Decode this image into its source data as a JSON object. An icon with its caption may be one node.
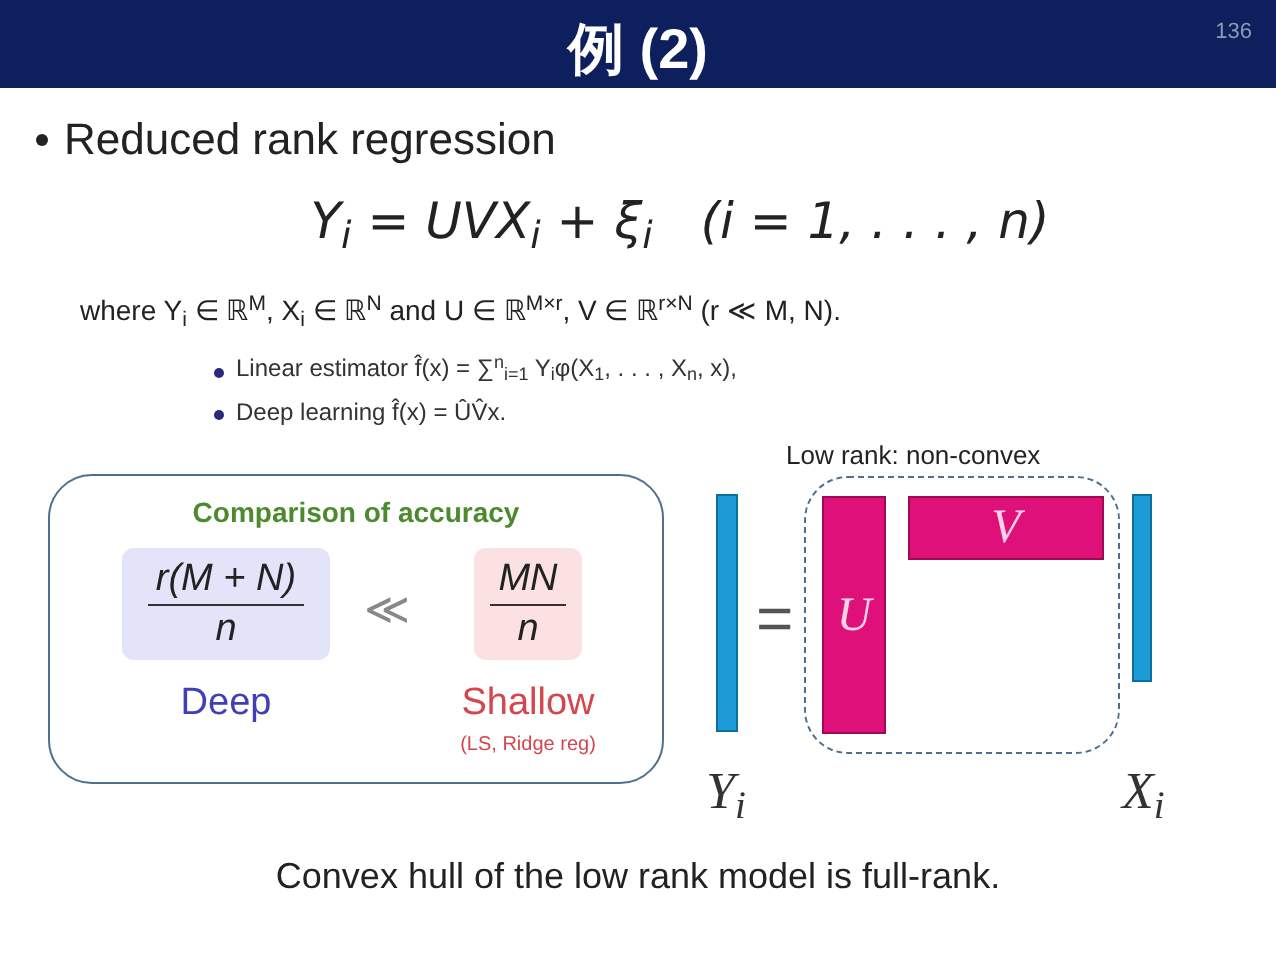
{
  "diagram": {
    "title": "例 (2)",
    "nodes": [
      {
        "text": [
          "Comparison of accuracy"
        ]
      },
      {
        "text": [
          "r(M + N)",
          "n"
        ],
        "in": 0,
        "beside": [
          "Deep"
        ]
      },
      {
        "text": [
          "MN",
          "n"
        ],
        "in": 0,
        "beside": [
          "Shallow",
          "(LS, Ridge reg)"
        ]
      },
      {
        "text": [
          "Low rank: non-convex"
        ]
      },
      {
        "text": [
          "U"
        ],
        "in": 3
      },
      {
        "text": [
          "V"
        ],
        "in": 3
      },
      {
        "text": [],
        "shape": "bar",
        "beside": [
          "Y$_{i}$"
        ]
      },
      {
        "text": [],
        "shape": "bar",
        "beside": [
          "X$_{i}$"
        ]
      }
    ],
    "labels": [
      "136",
      "Reduced rank regression",
      "Y$_{i}$ = UVX$_{i}$ + ξ$_{i}$   (i = 1, . . . , n)",
      "where Y$_{i}$ ∈ ℝ$^{M}$, X$_{i}$ ∈ ℝ$^{N}$ and U ∈ ℝ$^{M×r}$, V ∈ ℝ$^{r×N}$ (r ≪ M, N).",
      "Linear estimator f̂(x) = ∑$^{n}$$_{i=1}$ Y$_{i}$φ(X$_{1}$, . . . , X$_{n}$, x),",
      "Deep learning f̂(x) = ÛV̂x.",
      "≪",
      "=",
      "Convex hull of the low rank model is full-rank."
    ]
  }
}
